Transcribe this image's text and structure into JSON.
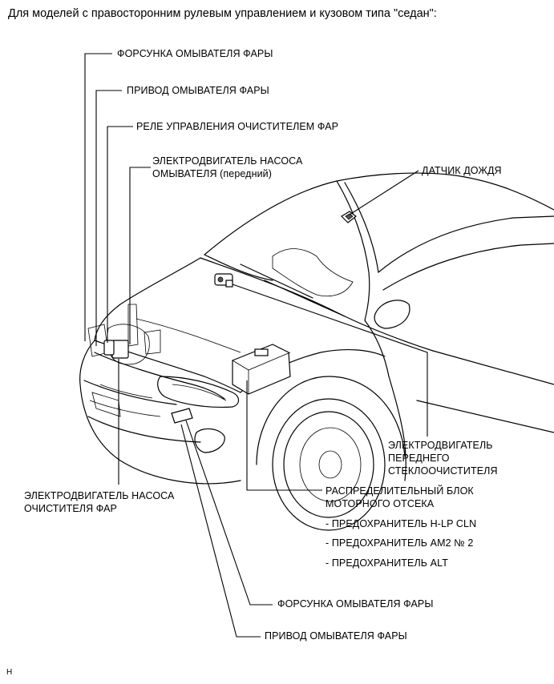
{
  "heading": "Для моделей с правосторонним рулевым управлением и кузовом типа \"седан\":",
  "labels": {
    "washer_nozzle_top": "ФОРСУНКА ОМЫВАТЕЛЯ ФАРЫ",
    "washer_actuator_top": "ПРИВОД ОМЫВАТЕЛЯ ФАРЫ",
    "cleaner_relay": "РЕЛЕ УПРАВЛЕНИЯ ОЧИСТИТЕЛЕМ ФАР",
    "front_washer_motor": "ЭЛЕКТРОДВИГАТЕЛЬ НАСОСА\nОМЫВАТЕЛЯ (передний)",
    "rain_sensor": "ДАТЧИК ДОЖДЯ",
    "front_wiper_motor": "ЭЛЕКТРОДВИГАТЕЛЬ\nПЕРЕДНЕГО\nСТЕКЛООЧИСТИТЕЛЯ",
    "headlamp_cleaner_motor": "ЭЛЕКТРОДВИГАТЕЛЬ НАСОСА\nОЧИСТИТЕЛЯ ФАР",
    "engine_room_block": "РАСПРЕДЕЛИТЕЛЬНЫЙ БЛОК\nМОТОРНОГО ОТСЕКА",
    "washer_nozzle_bottom": "ФОРСУНКА ОМЫВАТЕЛЯ ФАРЫ",
    "washer_actuator_bottom": "ПРИВОД ОМЫВАТЕЛЯ ФАРЫ"
  },
  "fuses": [
    "- ПРЕДОХРАНИТЕЛЬ H-LP CLN",
    "- ПРЕДОХРАНИТЕЛЬ AM2 № 2",
    "- ПРЕДОХРАНИТЕЛЬ ALT"
  ],
  "figure_code": "H"
}
